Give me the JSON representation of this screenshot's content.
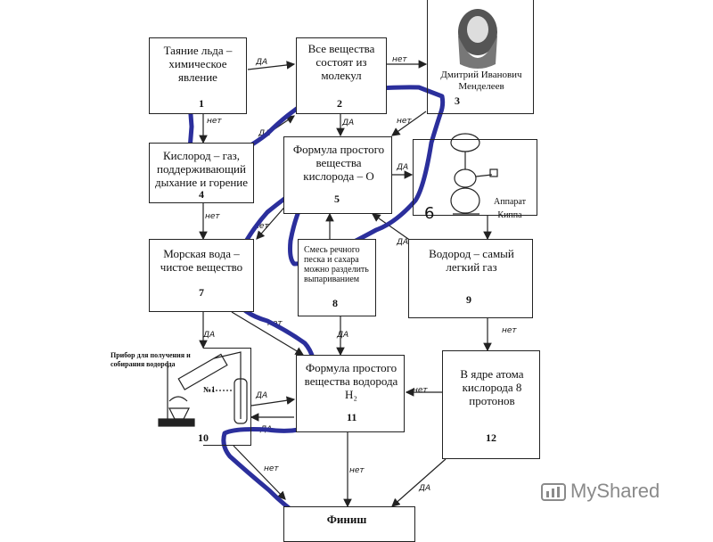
{
  "boxes": [
    {
      "id": "b1",
      "text": "Таяние льда – химическое явление",
      "num": "1"
    },
    {
      "id": "b2",
      "text": "Все вещества состоят из молекул",
      "num": "2"
    },
    {
      "id": "b3",
      "text": "Дмитрий Иванович Менделеев",
      "num": "3"
    },
    {
      "id": "b4",
      "text": "Кислород – газ, поддерживающий дыхание и горение",
      "num": "4"
    },
    {
      "id": "b5",
      "text": "Формула простого вещества кислорода – О",
      "num": "5"
    },
    {
      "id": "b6",
      "text": "Аппарат Киппа",
      "num": "6"
    },
    {
      "id": "b7",
      "text": "Морская вода – чистое вещество",
      "num": "7"
    },
    {
      "id": "b8",
      "text": "Смесь речного песка и сахара можно разделить выпариванием",
      "num": "8"
    },
    {
      "id": "b9",
      "text": "Водород – самый легкий газ",
      "num": "9"
    },
    {
      "id": "b10",
      "text": "Прибор для получения и собирания водорода",
      "num": "10",
      "sub": "№1"
    },
    {
      "id": "b11",
      "text": "Формула простого вещества водорода Н₂",
      "num": "11"
    },
    {
      "id": "b12",
      "text": "В ядре атома кислорода 8 протонов",
      "num": "12"
    },
    {
      "id": "finish",
      "text": "Финиш"
    }
  ],
  "labels": {
    "yes": "ДА",
    "no": "нет"
  },
  "watermark": "MyShared"
}
